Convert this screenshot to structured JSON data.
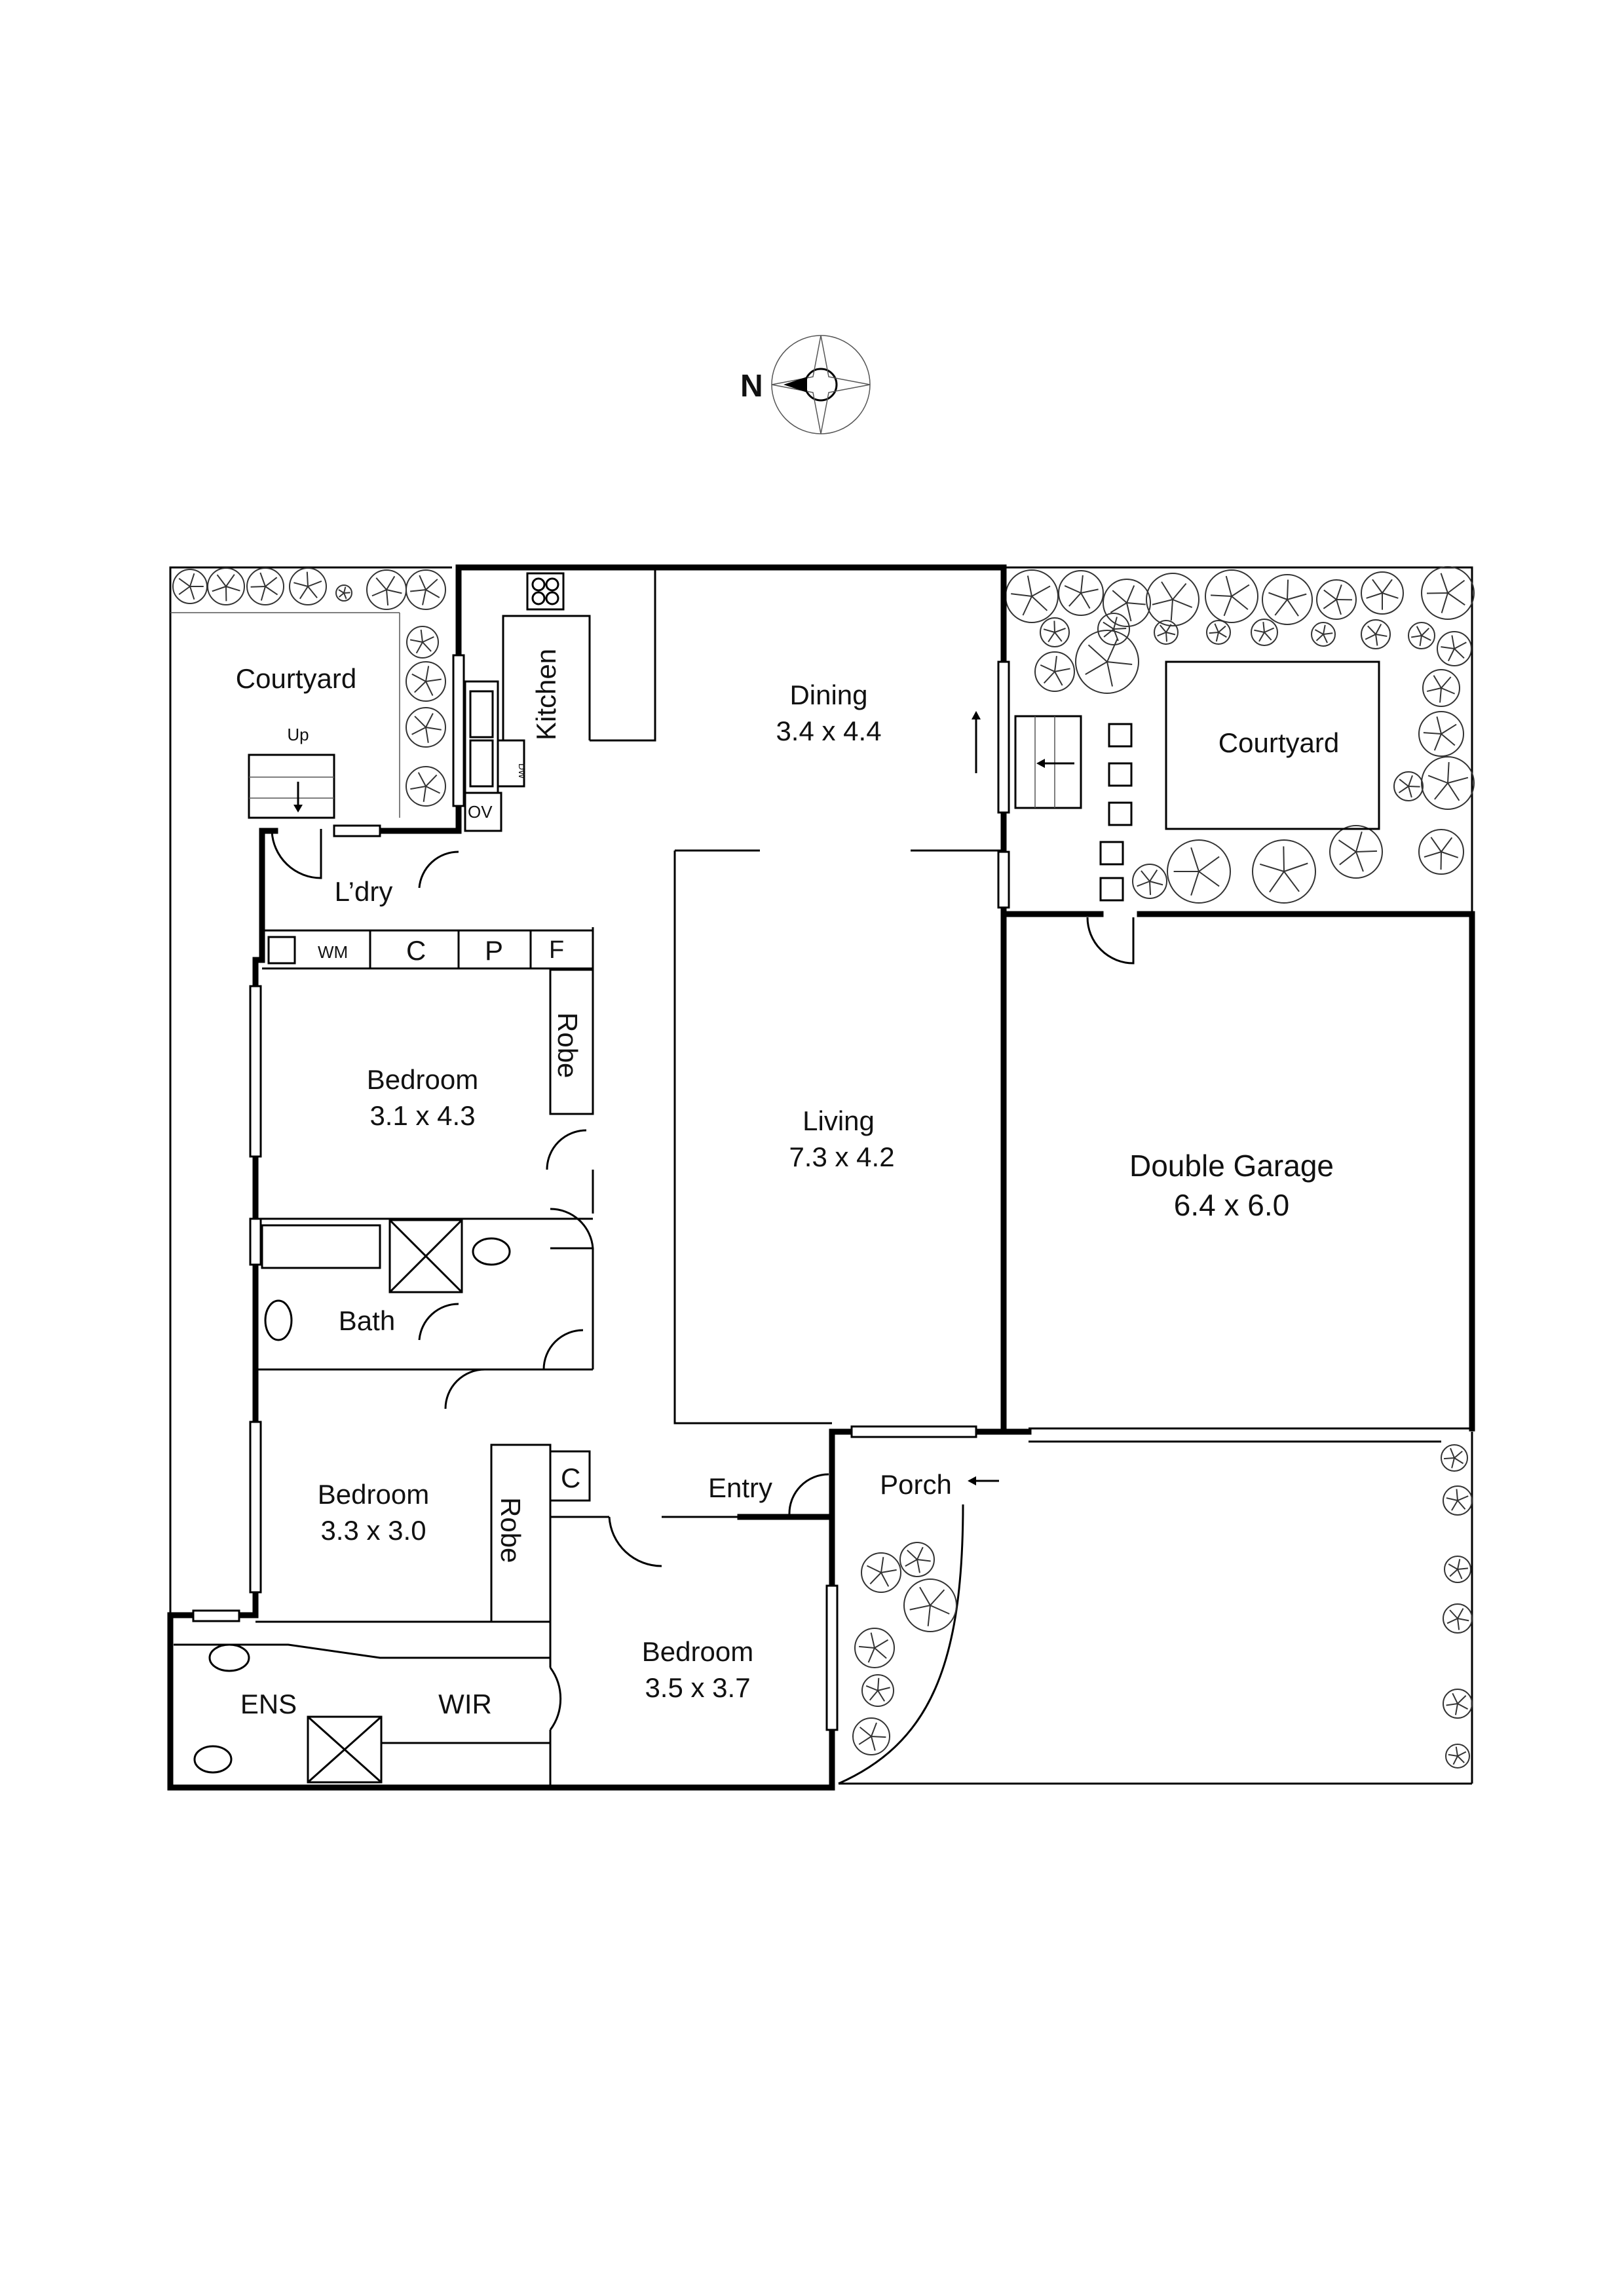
{
  "compass": {
    "north_label": "N"
  },
  "rooms": {
    "courtyard_west": {
      "name": "Courtyard"
    },
    "courtyard_east": {
      "name": "Courtyard"
    },
    "kitchen": {
      "name": "Kitchen"
    },
    "dining": {
      "name": "Dining",
      "size": "3.4 x 4.4"
    },
    "laundry": {
      "name": "L’dry"
    },
    "living": {
      "name": "Living",
      "size": "7.3 x 4.2"
    },
    "bedroom_1": {
      "name": "Bedroom",
      "size": "3.1 x 4.3"
    },
    "bath": {
      "name": "Bath"
    },
    "bedroom_2": {
      "name": "Bedroom",
      "size": "3.3 x 3.0"
    },
    "bedroom_3": {
      "name": "Bedroom",
      "size": "3.5 x 3.7"
    },
    "garage": {
      "name": "Double Garage",
      "size": "6.4 x 6.0"
    },
    "entry": {
      "name": "Entry"
    },
    "porch": {
      "name": "Porch"
    },
    "ensuite": {
      "name": "ENS"
    },
    "wir": {
      "name": "WIR"
    }
  },
  "fixtures": {
    "up": "Up",
    "oven": "OV",
    "dishwasher": "DW",
    "washing_machine": "WM",
    "cupboard": "C",
    "pantry": "P",
    "fridge": "F",
    "robe": "Robe",
    "entry_cupboard": "C"
  }
}
